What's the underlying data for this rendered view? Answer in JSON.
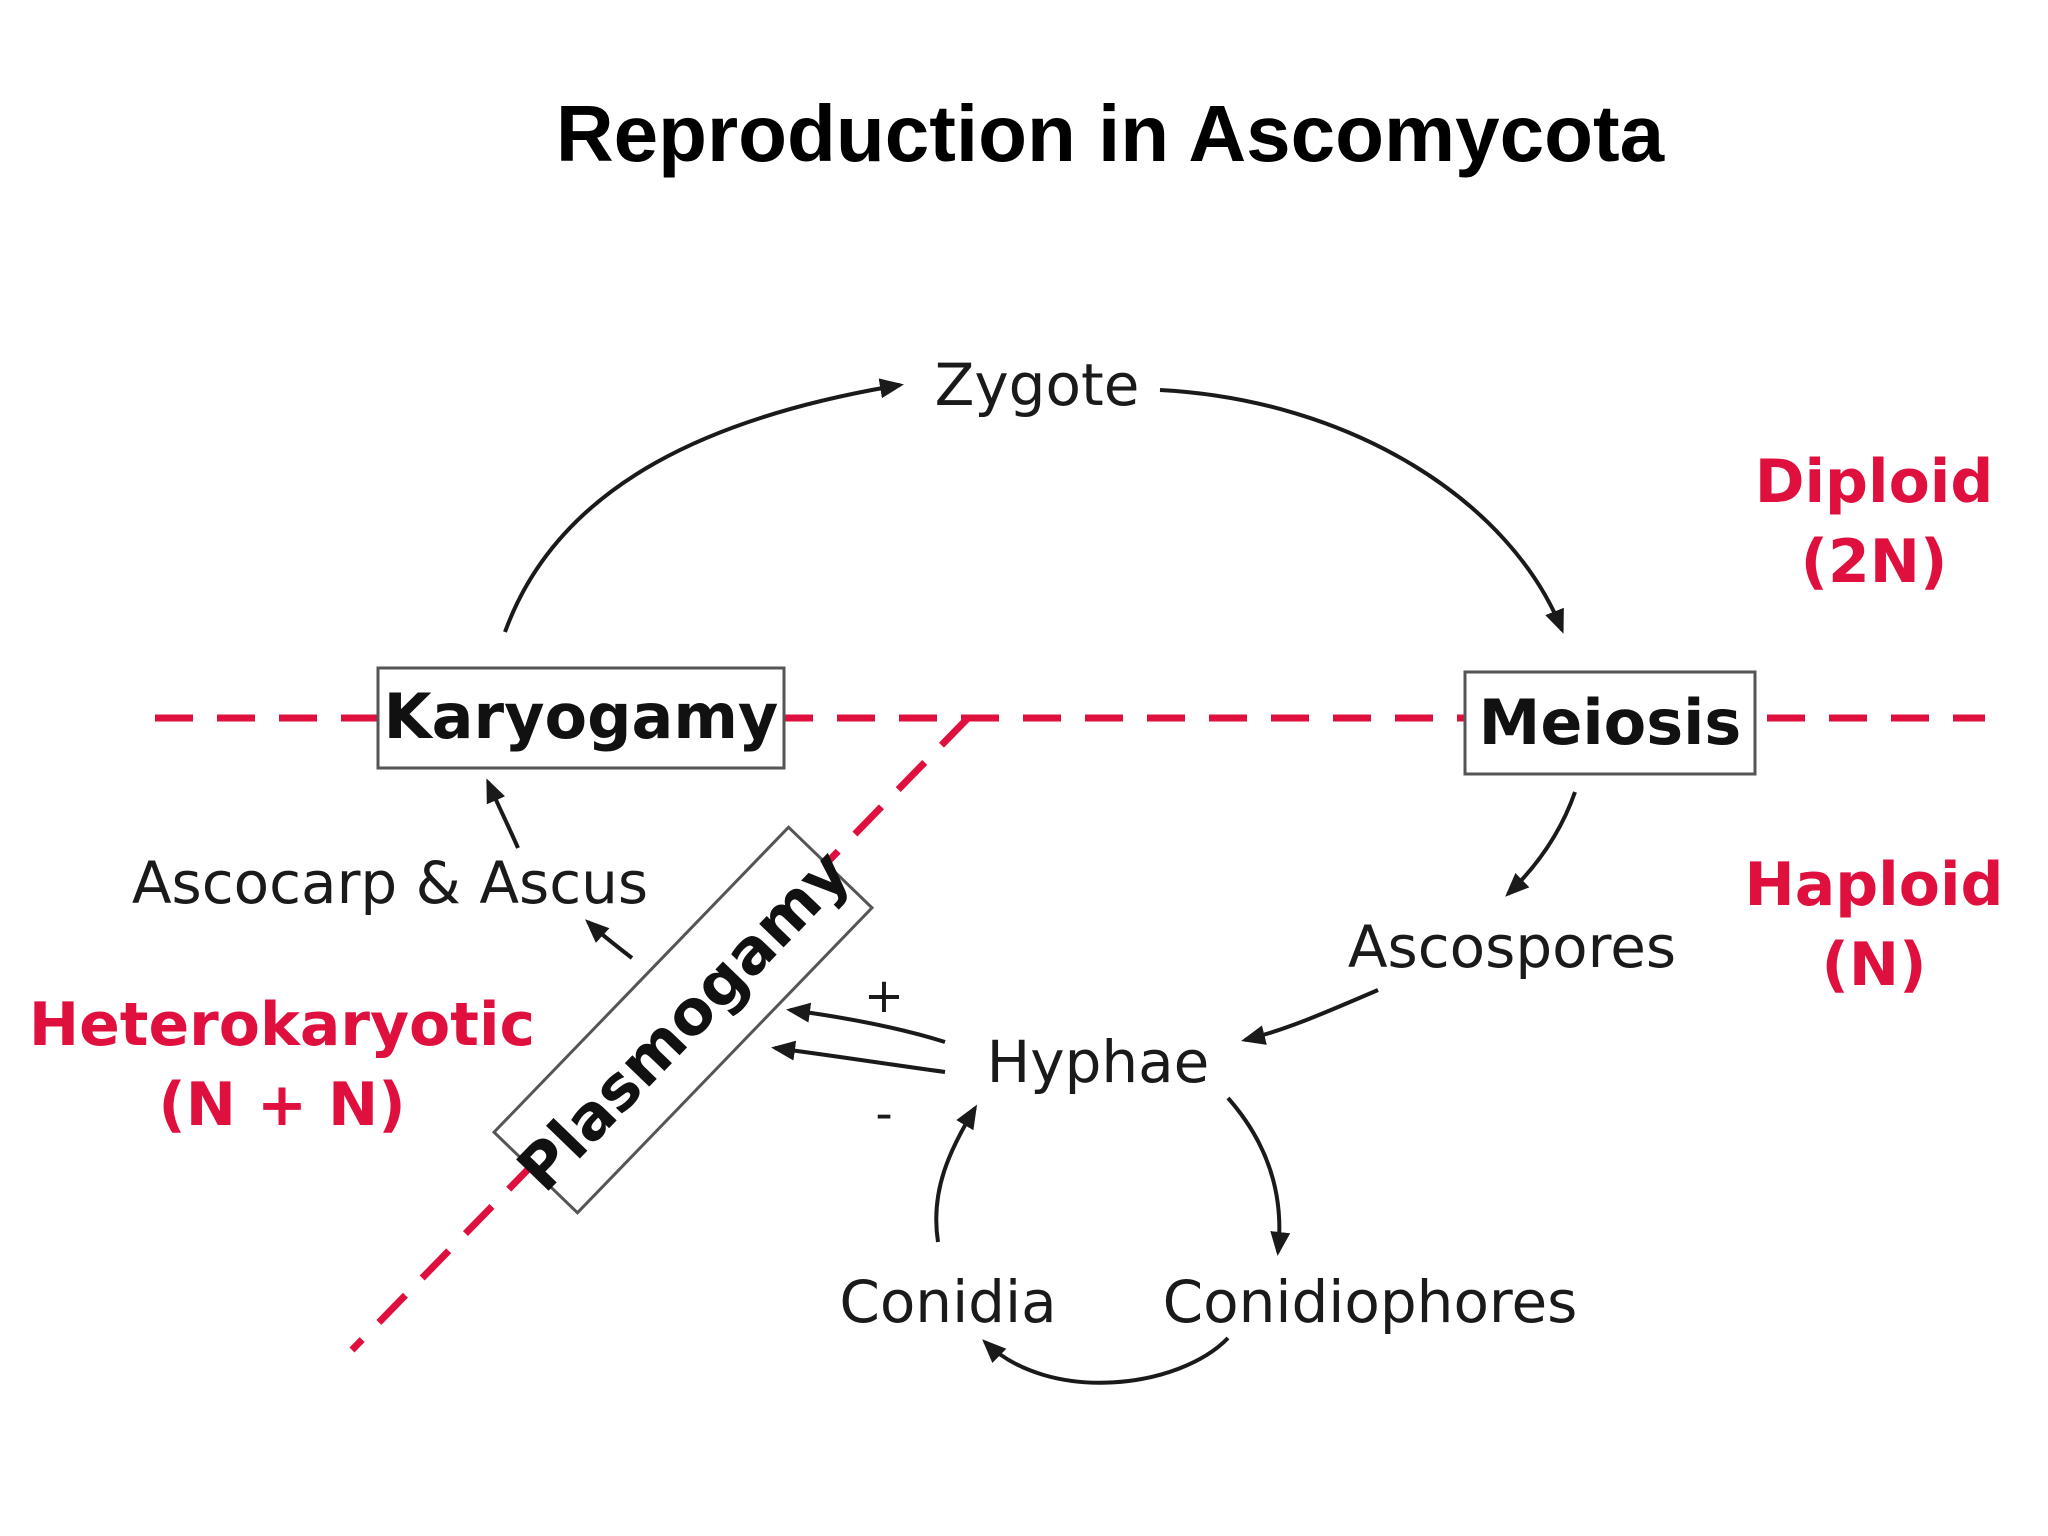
{
  "title": "Reproduction in Ascomycota",
  "colors": {
    "accent_red": "#e0103e",
    "ink": "#1a1a1a"
  },
  "nodes": {
    "zygote": "Zygote",
    "karyogamy": "Karyogamy",
    "meiosis": "Meiosis",
    "ascocarp_ascus": "Ascocarp & Ascus",
    "plasmogamy": "Plasmogamy",
    "ascospores": "Ascospores",
    "hyphae": "Hyphae",
    "conidia": "Conidia",
    "conidiophores": "Conidiophores"
  },
  "mating_types": {
    "plus": "+",
    "minus": "-"
  },
  "phases": {
    "diploid": {
      "label": "Diploid",
      "ploidy": "(2N)"
    },
    "haploid": {
      "label": "Haploid",
      "ploidy": "(N)"
    },
    "heterokaryotic": {
      "label": "Heterokaryotic",
      "ploidy": "(N + N)"
    }
  }
}
